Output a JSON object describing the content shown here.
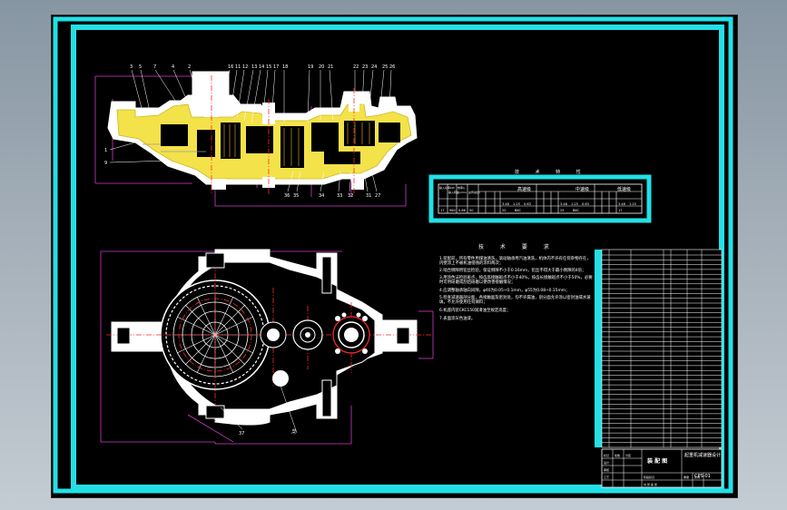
{
  "drawing": {
    "technical_requirements": {
      "title": "技 术 要 求",
      "lines": [
        "1.装配前，所有零件用煤油清洗，滚动轴承用汽油清洗，机体内不许有任何杂物存在，内壁涂上不被机油侵蚀的涂料两次；",
        "2.啮合侧隙用铅丝检验，保证侧隙不小于0.16mm，铅丝不得大于最小侧隙的4倍；",
        "3.用涂色法检验斑点，按齿高接触斑点不小于40%，按齿长接触斑点不小于50%，必要时可用研磨或刮后研磨以便改善接触情况；",
        "4.应调整轴承轴向间隙，φ40为0.05~0.1mm，φ55为0.08~0.15mm；",
        "5.检查减速器剖分面，各接触面及密封处，均不许漏油，剖分面允许涂以密封油或水玻璃，不允许使用任何填料；",
        "6.机座内装CKC150润滑油至规定高度；",
        "7.表面涂灰色油漆。"
      ]
    },
    "technical_characteristics": {
      "title": "技 术 特 性",
      "headers": [
        "输入功率kW",
        "输入转速r/min",
        "效率η",
        "总传动比i",
        "高速级",
        "中速级",
        "低速级"
      ]
    },
    "title_block": {
      "drawing_name": "装 配 图",
      "project": "起重机减速器设计",
      "drawing_number": "CPS-01"
    }
  }
}
